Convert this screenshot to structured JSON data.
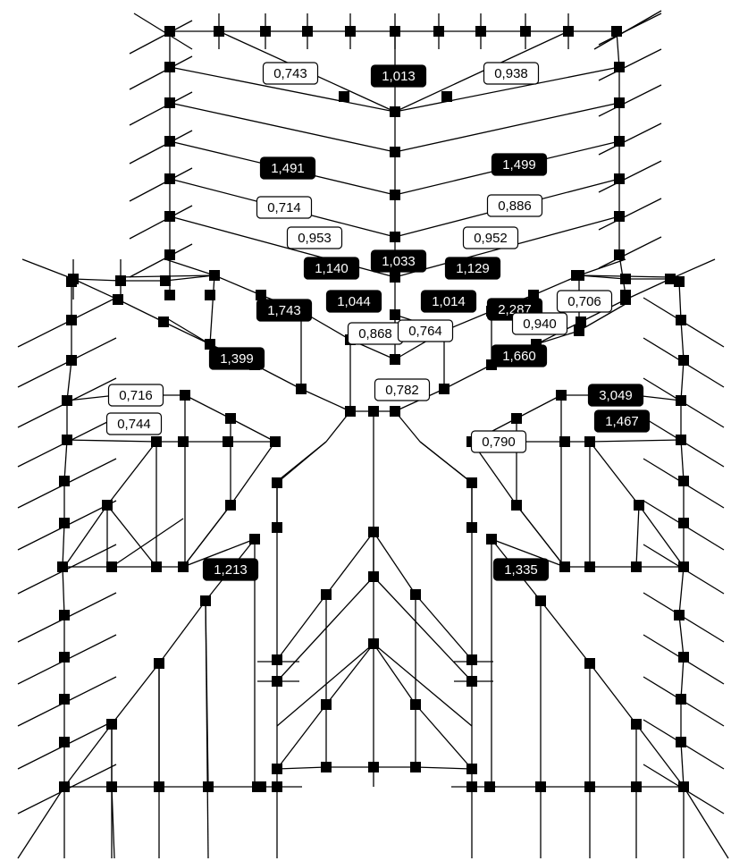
{
  "labels": [
    {
      "text": "0,743",
      "style": "light"
    },
    {
      "text": "1,013",
      "style": "dark"
    },
    {
      "text": "0,938",
      "style": "light"
    },
    {
      "text": "1,491",
      "style": "dark"
    },
    {
      "text": "1,499",
      "style": "dark"
    },
    {
      "text": "0,714",
      "style": "light"
    },
    {
      "text": "0,886",
      "style": "light"
    },
    {
      "text": "0,953",
      "style": "light"
    },
    {
      "text": "0,952",
      "style": "light"
    },
    {
      "text": "1,140",
      "style": "dark"
    },
    {
      "text": "1,033",
      "style": "dark"
    },
    {
      "text": "1,129",
      "style": "dark"
    },
    {
      "text": "0,706",
      "style": "light"
    },
    {
      "text": "1,044",
      "style": "dark"
    },
    {
      "text": "1,014",
      "style": "dark"
    },
    {
      "text": "2,287",
      "style": "dark"
    },
    {
      "text": "1,743",
      "style": "dark"
    },
    {
      "text": "0,940",
      "style": "light"
    },
    {
      "text": "0,868",
      "style": "light"
    },
    {
      "text": "0,764",
      "style": "light"
    },
    {
      "text": "1,399",
      "style": "dark"
    },
    {
      "text": "1,660",
      "style": "dark"
    },
    {
      "text": "0,716",
      "style": "light"
    },
    {
      "text": "0,782",
      "style": "light"
    },
    {
      "text": "3,049",
      "style": "dark"
    },
    {
      "text": "0,744",
      "style": "light"
    },
    {
      "text": "1,467",
      "style": "dark"
    },
    {
      "text": "0,790",
      "style": "light"
    },
    {
      "text": "1,213",
      "style": "dark"
    },
    {
      "text": "1,335",
      "style": "dark"
    }
  ],
  "colors": {
    "dark_fill": "#000000",
    "dark_text": "#ffffff",
    "light_fill": "#ffffff",
    "light_text": "#000000",
    "line": "#000000",
    "node": "#000000"
  }
}
